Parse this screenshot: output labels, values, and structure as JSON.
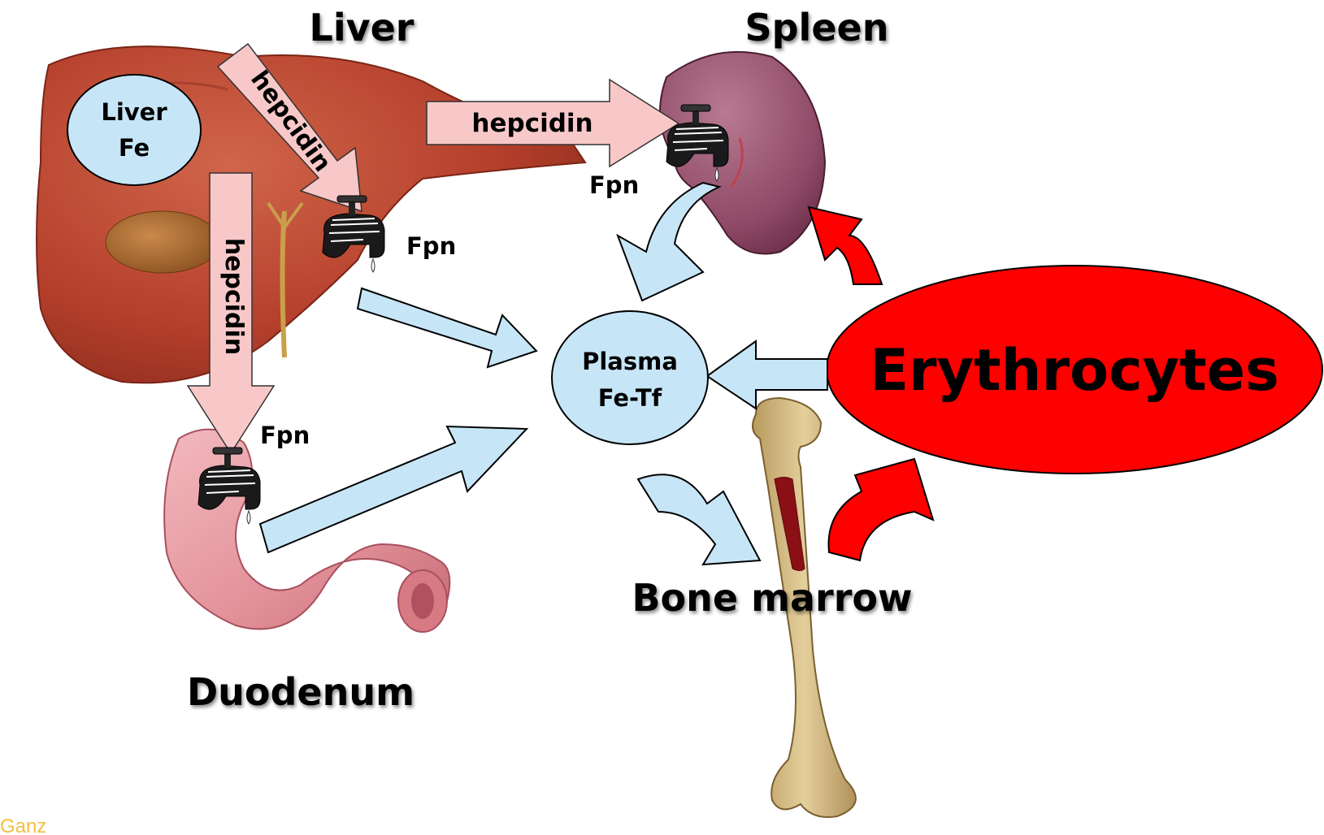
{
  "labels": {
    "liver": "Liver",
    "spleen": "Spleen",
    "duodenum": "Duodenum",
    "bone_marrow": "Bone marrow",
    "erythrocytes": "Erythrocytes",
    "credit": "Ganz"
  },
  "liver_fe": {
    "line1": "Liver",
    "line2": "Fe"
  },
  "plasma": {
    "line1": "Plasma",
    "line2": "Fe-Tf"
  },
  "hepcidin": {
    "to_spleen": "hepcidin",
    "to_liver_fpn": "hepcidin",
    "to_duodenum": "hepcidin"
  },
  "fpn": {
    "spleen": "Fpn",
    "liver": "Fpn",
    "duodenum": "Fpn"
  },
  "colors": {
    "liver": "#b5402c",
    "spleen": "#8e4a66",
    "duodenum": "#e9a0a8",
    "bone": "#d8c08a",
    "marrow": "#8a1016",
    "erythrocytes": "#ff0000",
    "blue_arrow": "#c6e6f7",
    "pink_arrow": "#f8c8c8",
    "credit": "#f0c040"
  },
  "icons": {
    "faucet": "faucet-icon"
  }
}
